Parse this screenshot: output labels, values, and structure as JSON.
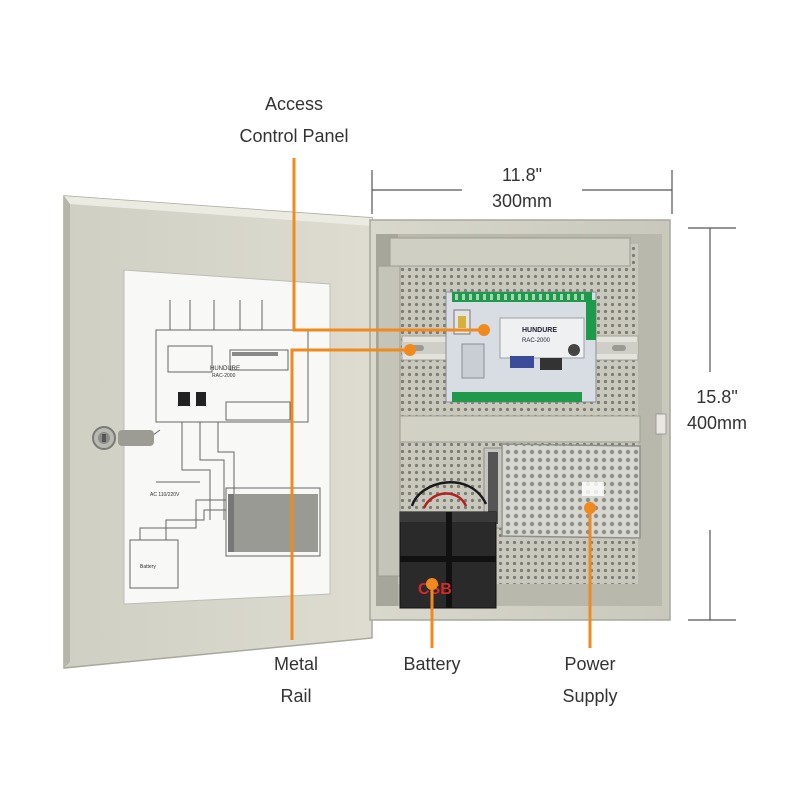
{
  "callouts": {
    "access_control_panel": [
      "Access",
      "Control Panel"
    ],
    "metal_rail": [
      "Metal",
      "Rail"
    ],
    "battery": "Battery",
    "power_supply": [
      "Power",
      "Supply"
    ]
  },
  "dimensions": {
    "width": [
      "11.8\"",
      "300mm"
    ],
    "height": [
      "15.8\"",
      "400mm"
    ]
  },
  "board_text": {
    "brand": "HUNDURE",
    "model": "RAC-2000"
  },
  "door_diagram_text": {
    "brand": "HUNDURE",
    "model": "RAC-2000",
    "battery": "Battery",
    "ac_input": "AC 110/220V"
  },
  "battery_brand": "CSB",
  "colors": {
    "callout_line": "#f08a1e",
    "enclosure": "#dcdcd0",
    "board": "#d8dde3",
    "terminal": "#1e9a4a",
    "battery": "#2a2a2a",
    "battery_brand": "#d42a2a"
  }
}
